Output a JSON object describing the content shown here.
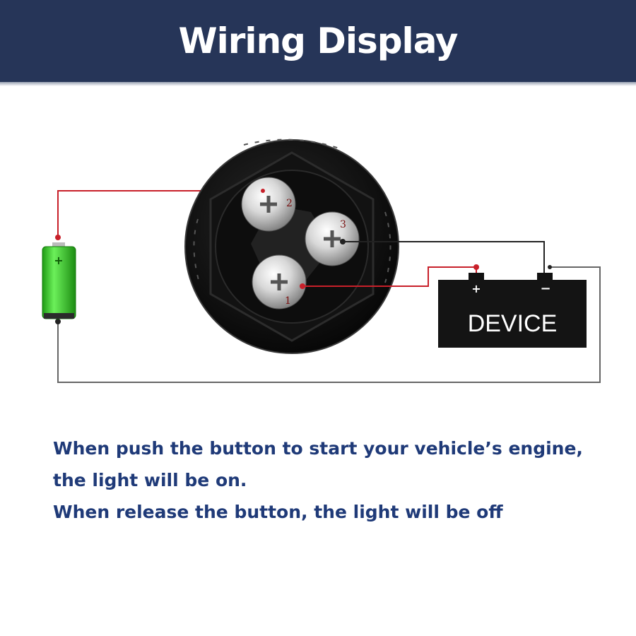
{
  "header": {
    "title": "Wiring Display"
  },
  "diagram": {
    "battery": {
      "plus_mark": "+"
    },
    "switch": {
      "terminals": [
        "1",
        "2",
        "3"
      ]
    },
    "device": {
      "label": "DEVICE",
      "plus": "+",
      "minus": "−"
    },
    "colors": {
      "positive_wire": "#c8202a",
      "negative_wire": "#222222",
      "ground_wire": "#666666",
      "battery": "#3ccf2e",
      "header": "#263558",
      "caption": "#1f3a78"
    }
  },
  "caption": {
    "line1": "When push the button to start your vehicle’s engine,",
    "line2": "the light will be on.",
    "line3": "When release the button, the light will be off"
  }
}
